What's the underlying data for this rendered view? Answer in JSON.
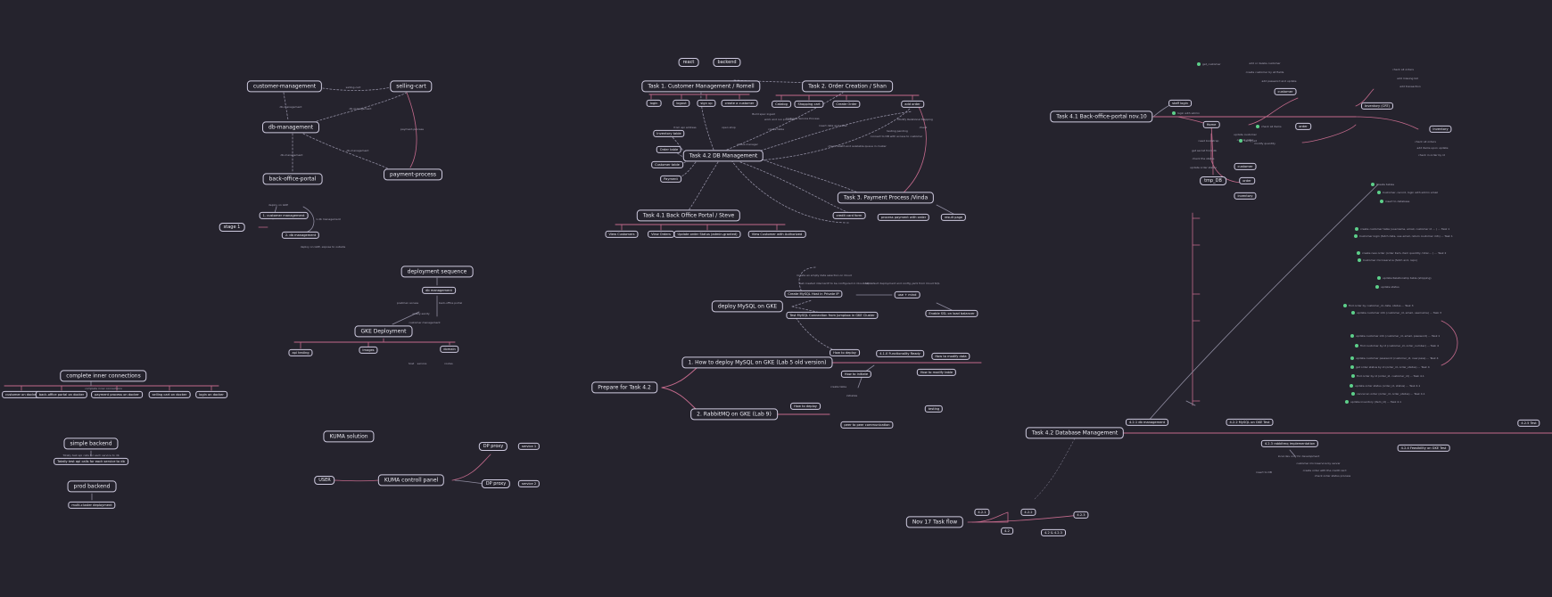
{
  "nodes": [
    {
      "text": "react"
    },
    {
      "text": "backend"
    },
    {
      "text": "Task 1. Customer Management / Romell"
    },
    {
      "text": "Task 2. Order Creation / Shan"
    },
    {
      "text": "login"
    },
    {
      "text": "logout"
    },
    {
      "text": "sign up"
    },
    {
      "text": "create a customer"
    },
    {
      "text": "Catalog"
    },
    {
      "text": "Shopping cart"
    },
    {
      "text": "Create Order"
    },
    {
      "text": "add order"
    },
    {
      "text": "Inventory table"
    },
    {
      "text": "Order table"
    },
    {
      "text": "Customer table"
    },
    {
      "text": "Payment"
    },
    {
      "text": "Task 4.2 DB Management"
    },
    {
      "text": "Task 3. Payment Process /Vinda"
    },
    {
      "text": "Task 4.1 Back Office Portal / Steve"
    },
    {
      "text": "View Customers"
    },
    {
      "text": "View Orders"
    },
    {
      "text": "Update order Status (admin-granted)"
    },
    {
      "text": "View Customer with Authorized"
    },
    {
      "text": "credit card form"
    },
    {
      "text": "process payment with order"
    },
    {
      "text": "result page"
    },
    {
      "text": "customer-management"
    },
    {
      "text": "selling-cart"
    },
    {
      "text": "db-management"
    },
    {
      "text": "payment-process"
    },
    {
      "text": "back-office-portal"
    },
    {
      "text": "stage 1"
    },
    {
      "text": "1. customer management"
    },
    {
      "text": "2. db management"
    },
    {
      "text": "deployment sequence"
    },
    {
      "text": "db management"
    },
    {
      "text": "GKE Deployment"
    },
    {
      "text": "api testing"
    },
    {
      "text": "Images"
    },
    {
      "text": "domain"
    },
    {
      "text": "complete inner connections"
    },
    {
      "text": "customer on docker"
    },
    {
      "text": "back-office portal on docker"
    },
    {
      "text": "payment process on docker"
    },
    {
      "text": "selling cart on docker"
    },
    {
      "text": "login on docker"
    },
    {
      "text": "simple backend"
    },
    {
      "text": "Totally test api calls for each service to db"
    },
    {
      "text": "prod backend"
    },
    {
      "text": "multi-cluster deployment"
    },
    {
      "text": "KUMA solution"
    },
    {
      "text": "USER"
    },
    {
      "text": "KUMA controll panel"
    },
    {
      "text": "DP proxy"
    },
    {
      "text": "service 1"
    },
    {
      "text": "DP proxy"
    },
    {
      "text": "service 2"
    },
    {
      "text": "deploy MySQL on GKE"
    },
    {
      "text": "Create MySQL Host in Private IP"
    },
    {
      "text": "Test MySQL Connection from Jumpbox in GKE Cluster"
    },
    {
      "text": "use + mind"
    },
    {
      "text": "Enable SSL on load balancer"
    },
    {
      "text": "Prepare for Task 4.2"
    },
    {
      "text": "1. How to deploy MySQL on GKE (Lab 5 old version)"
    },
    {
      "text": "How to deploy"
    },
    {
      "text": "4.1.0 Functionality Ready"
    },
    {
      "text": "How to modify data"
    },
    {
      "text": "How to initiate"
    },
    {
      "text": "How to modify table"
    },
    {
      "text": "2. RabbitMQ on GKE (Lab 9)"
    },
    {
      "text": "How to deploy"
    },
    {
      "text": "testing"
    },
    {
      "text": "peer to peer communication"
    },
    {
      "text": "Task 4.1 Back-office-portal nov.10"
    },
    {
      "text": "staff login"
    },
    {
      "text": "Home"
    },
    {
      "text": "customer"
    },
    {
      "text": "Inventory (CRT)"
    },
    {
      "text": "Inventory"
    },
    {
      "text": "order"
    },
    {
      "text": "tmp_DB"
    },
    {
      "text": "customer"
    },
    {
      "text": "order"
    },
    {
      "text": "inventory"
    },
    {
      "text": "4.2.1 db management"
    },
    {
      "text": "Task 4.2 Database Management"
    },
    {
      "text": "4.2.2 MySQL on GKE Test"
    },
    {
      "text": "4.2.3 rabbitmq implementation"
    },
    {
      "text": "4.2.4 Feasibility on GKE Test"
    },
    {
      "text": "4.2.5 Test"
    },
    {
      "text": "Nov 17 Task flow"
    },
    {
      "text": "4.2.1"
    },
    {
      "text": "4.2.2"
    },
    {
      "text": "4.2.3"
    },
    {
      "text": "4.2"
    },
    {
      "text": "4.2 & 4.2.3"
    }
  ],
  "labels": [
    "selling-cart",
    "db-management",
    "db-management",
    "payment-process",
    "db-management",
    "db-management",
    "deploy on GKE",
    "1.db management",
    "deploy on GKE, expose to outside",
    "postman access",
    "back-office portal",
    "safety-sanity",
    "customer management",
    "from api address",
    "open shop",
    "complete inner connections",
    "Totally test api calls for each service to db",
    "host",
    "service",
    "routes",
    "Create an empty data selection on Cloud",
    "Get created internal IP to be configured in Cloud SQL",
    "use default deployment and config yaml from Cloud SQL",
    "create table",
    "initialize",
    "add or delete customer",
    "create customer by all fields",
    "add password and update",
    "check all orders",
    "add missing list",
    "add transaction",
    "update customer",
    "cancel order",
    "modify quantity",
    "check all orders",
    "add items upon update",
    "check in order by id",
    "status manager",
    "create table",
    "insert data and other",
    "Modify Relational Mapping",
    "check",
    "connect to DB with access to customer",
    "Instance Service Process",
    "testing pending",
    "check health and available queue in cluster",
    "Build spec ingest",
    "work and run provided",
    "local dev only for development",
    "customer microservice by server",
    "need bootstrap",
    "get secret from db",
    "check the status",
    "update order status",
    "create order with the credit card",
    "check order status process",
    "insert to DB"
  ],
  "dot_labels": [
    "Create tables",
    "Customer, record, login with admin email",
    "insert to database",
    "create customer table (username, email, customer id ... ) ... Task 1",
    "Customer login (fetch data, use email, return customer info) ... Task 1",
    "create new order (order item, item quantity, total ... ) ... Task 2",
    "Customer microservice (fetch and, repo)",
    "update Relationship table (shipping)",
    "update status",
    "find order by customer_id, date, status ... Task 3",
    "update customer info (customer_id, email, username) ... Task 3",
    "update customer info (customer_id, email, password) ... Task 1",
    "find customer by id (customer_id, order_number) ... Task 4",
    "update customer password (customer_id, new pass) ... Task 4",
    "get order status by id (order_id, order_status) ... Task 4",
    "find order by id (order_id, customer_id) ... Task 4.1",
    "update order status (order_id, status) ... Task 4.1",
    "cancel an order (order_id, order_status) ... Task 4.1",
    "update inventory (item_id) ... Task 4.1",
    "get_customer",
    "login with admin",
    "check all items",
    "verify jwt"
  ],
  "theme": {
    "background": "#25232d",
    "node_border": "#cfcbe0",
    "pink": "#c46a8c",
    "line": "#8f8ca0",
    "dot": "#5dd08a"
  }
}
